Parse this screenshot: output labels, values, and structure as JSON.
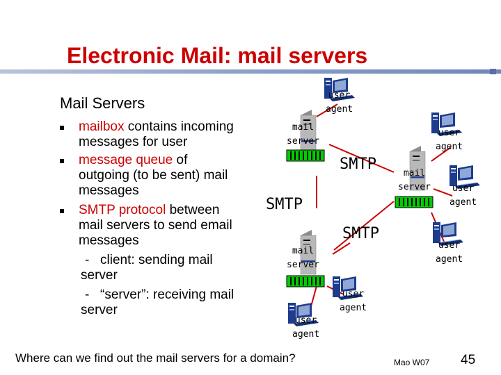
{
  "title": "Electronic Mail: mail servers",
  "subtitle": "Mail Servers",
  "bullets": {
    "b1_red": "mailbox",
    "b1_rest": " contains incoming",
    "b1_line2": "messages for user",
    "b2_red": "message queue",
    "b2_rest": " of",
    "b2_line2": "outgoing (to be sent) mail",
    "b2_line3": "messages",
    "b3_red": "SMTP protocol",
    "b3_rest": " between",
    "b3_line2": "mail servers to send email",
    "b3_line3": "messages",
    "s1_line1": "client: sending mail",
    "s1_line2": "server",
    "s2_line1": "“server”: receiving mail",
    "s2_line2": "server"
  },
  "diagram": {
    "mail_server_line1": "mail",
    "mail_server_line2": "server",
    "user_line1": "user",
    "user_line2": "agent",
    "smtp": "SMTP",
    "colors": {
      "queue_green": "#00cc00",
      "server_gray": "#b8b8b8",
      "pc_blue": "#1e3c8c"
    }
  },
  "question": "Where can we find out the mail servers for a domain?",
  "footer": "Mao W07",
  "page_number": "45"
}
